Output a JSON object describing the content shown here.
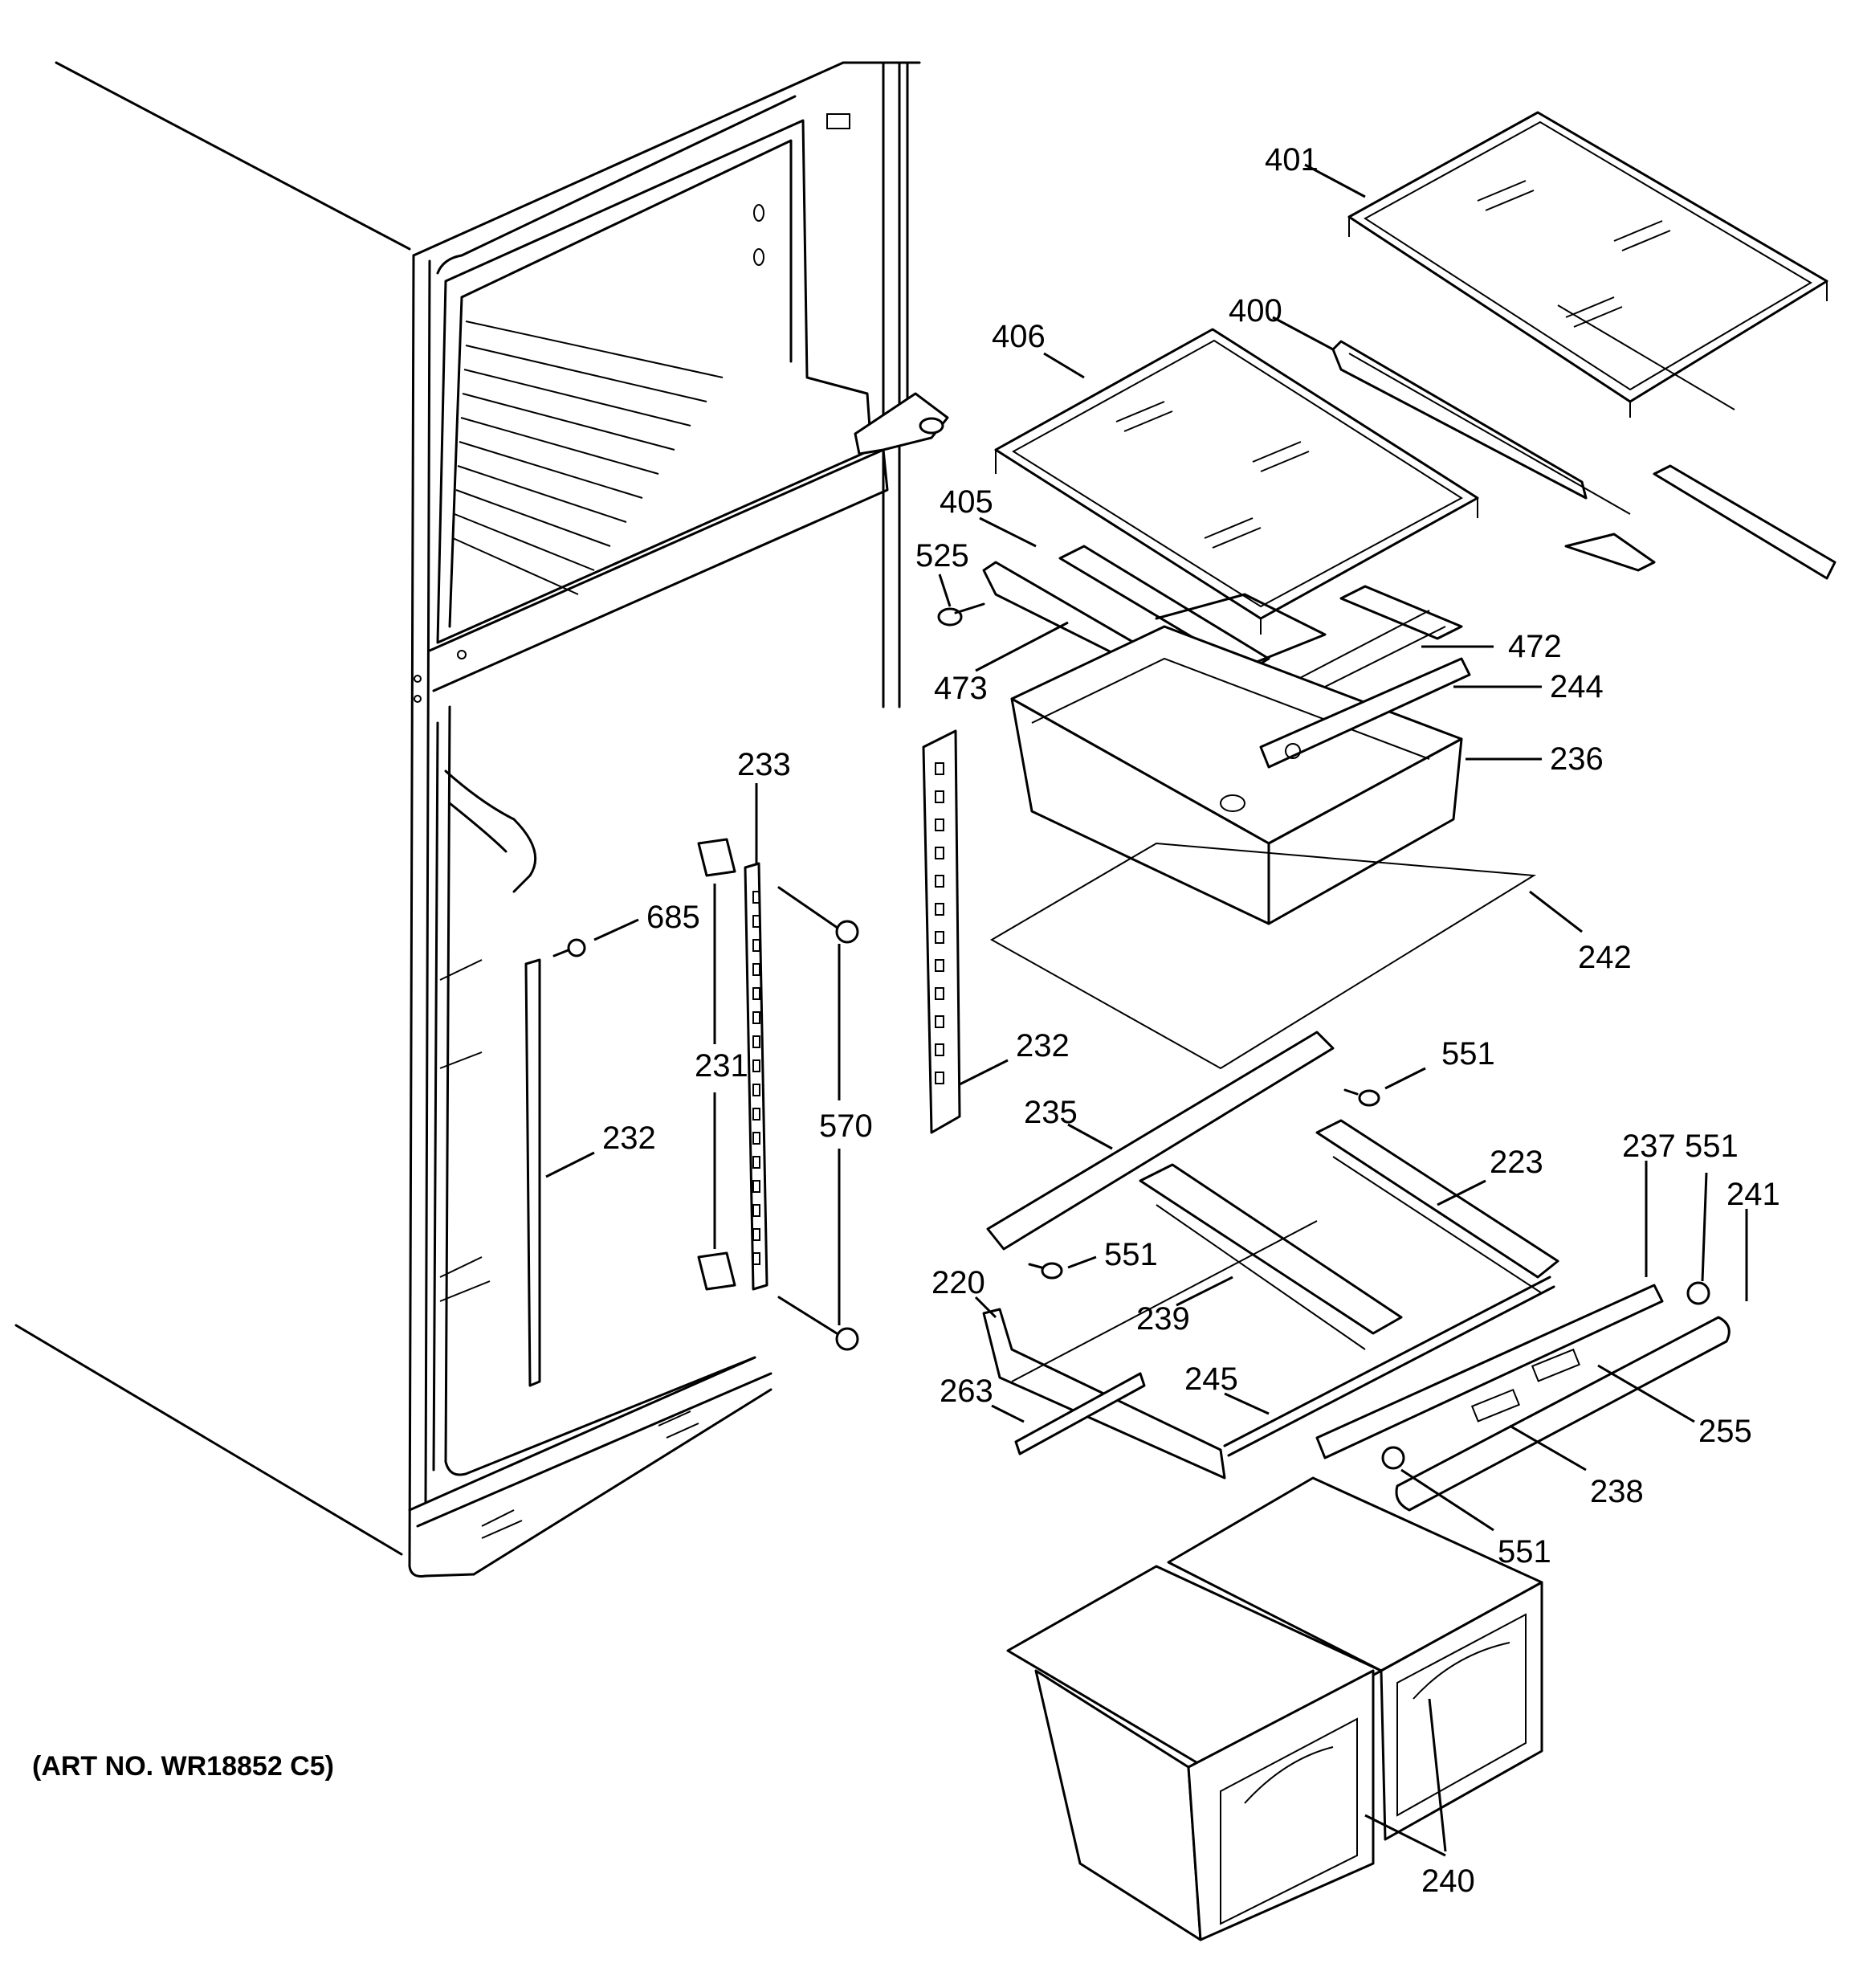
{
  "diagram": {
    "art_number": "(ART NO. WR18852 C5)",
    "part_labels": [
      {
        "id": "p401",
        "text": "401"
      },
      {
        "id": "p400",
        "text": "400"
      },
      {
        "id": "p406",
        "text": "406"
      },
      {
        "id": "p405",
        "text": "405"
      },
      {
        "id": "p525",
        "text": "525"
      },
      {
        "id": "p472",
        "text": "472"
      },
      {
        "id": "p473",
        "text": "473"
      },
      {
        "id": "p244",
        "text": "244"
      },
      {
        "id": "p236",
        "text": "236"
      },
      {
        "id": "p233",
        "text": "233"
      },
      {
        "id": "p685",
        "text": "685"
      },
      {
        "id": "p242",
        "text": "242"
      },
      {
        "id": "p231",
        "text": "231"
      },
      {
        "id": "p570",
        "text": "570"
      },
      {
        "id": "p232a",
        "text": "232"
      },
      {
        "id": "p232b",
        "text": "232"
      },
      {
        "id": "p551a",
        "text": "551"
      },
      {
        "id": "p235",
        "text": "235"
      },
      {
        "id": "p223",
        "text": "223"
      },
      {
        "id": "p237",
        "text": "237"
      },
      {
        "id": "p551b",
        "text": "551"
      },
      {
        "id": "p241",
        "text": "241"
      },
      {
        "id": "p551c",
        "text": "551"
      },
      {
        "id": "p220",
        "text": "220"
      },
      {
        "id": "p239",
        "text": "239"
      },
      {
        "id": "p263",
        "text": "263"
      },
      {
        "id": "p245",
        "text": "245"
      },
      {
        "id": "p255",
        "text": "255"
      },
      {
        "id": "p238",
        "text": "238"
      },
      {
        "id": "p551d",
        "text": "551"
      },
      {
        "id": "p240",
        "text": "240"
      }
    ]
  }
}
